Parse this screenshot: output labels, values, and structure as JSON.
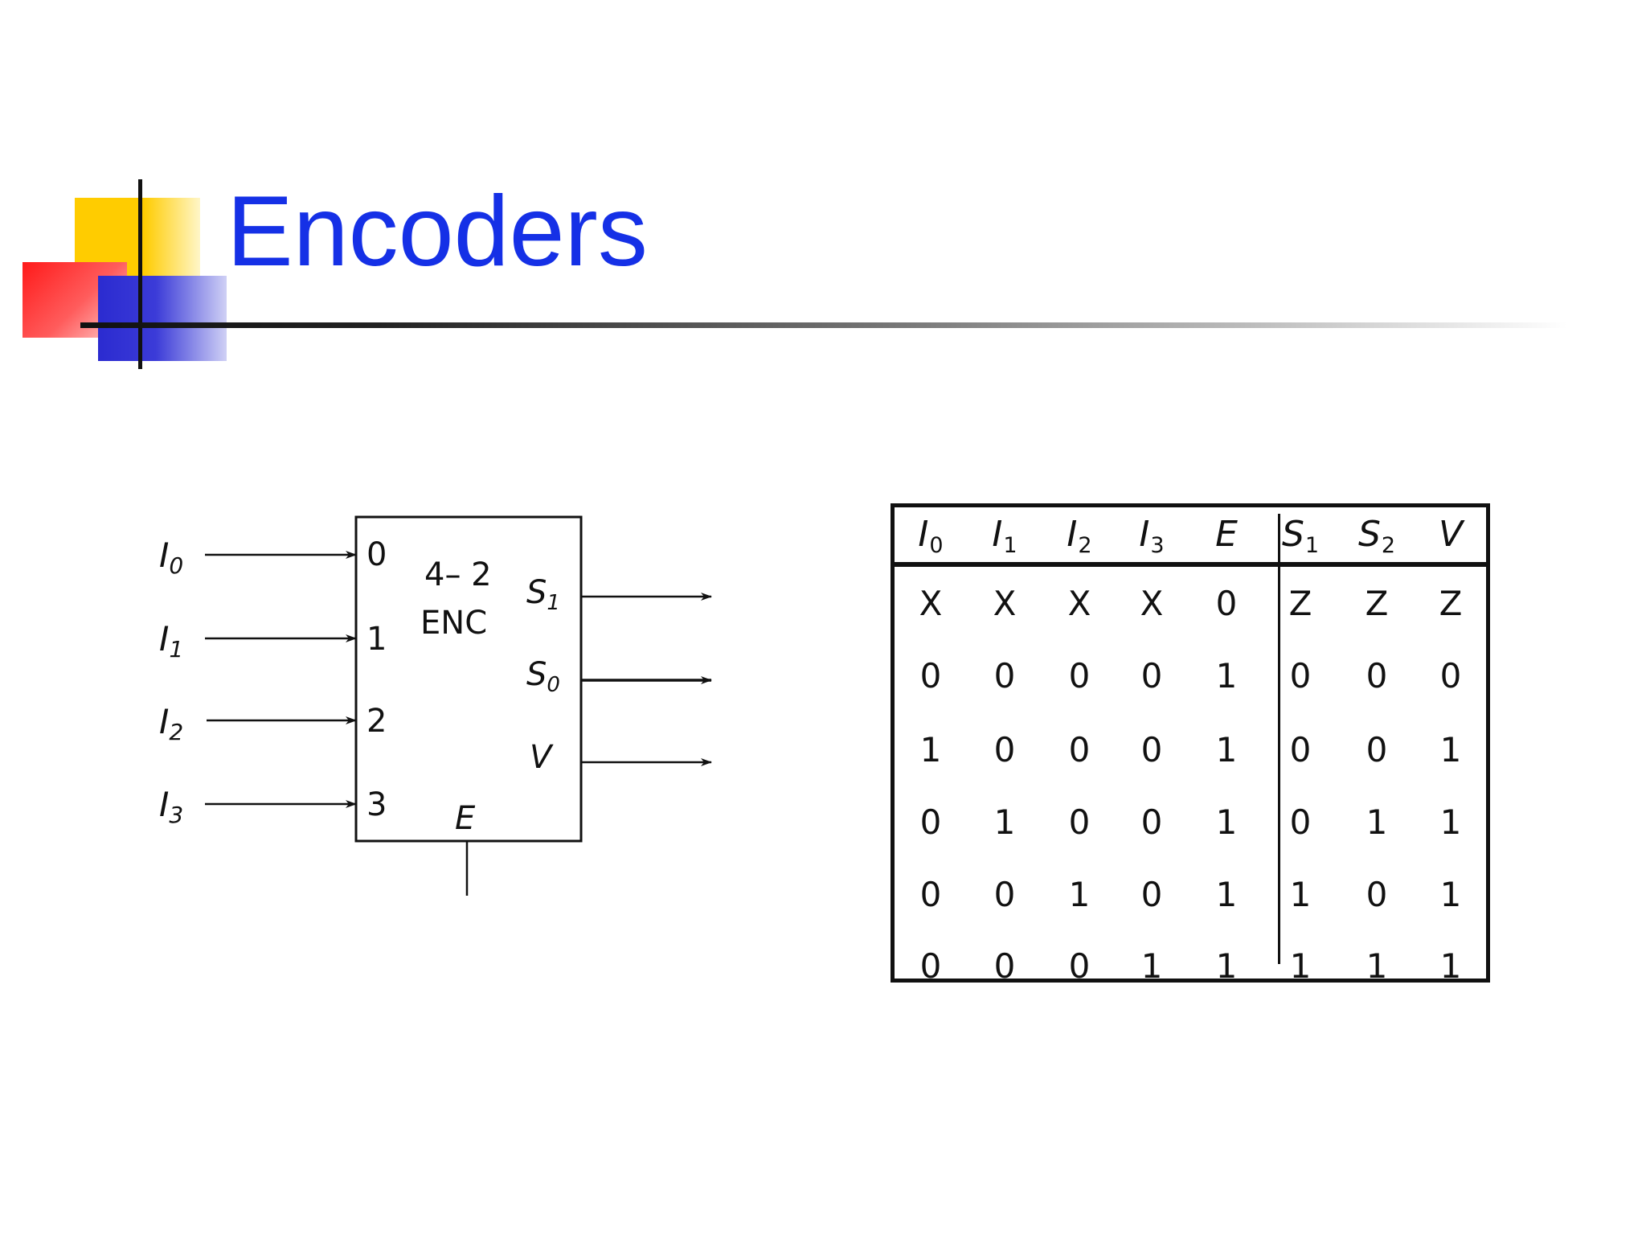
{
  "slide": {
    "title": "Encoders",
    "accent_colors": {
      "title": "#1530e6",
      "yellow": "#ffcc00",
      "red": "#ff1a1a",
      "blue": "#2b2bd0"
    }
  },
  "encoder_block": {
    "name_line1": "4– 2",
    "name_line2": "ENC",
    "input_labels": [
      {
        "letter": "I",
        "sub": "0"
      },
      {
        "letter": "I",
        "sub": "1"
      },
      {
        "letter": "I",
        "sub": "2"
      },
      {
        "letter": "I",
        "sub": "3"
      }
    ],
    "input_pins": [
      "0",
      "1",
      "2",
      "3"
    ],
    "output_labels": [
      {
        "letter": "S",
        "sub": "1"
      },
      {
        "letter": "S",
        "sub": "0"
      },
      {
        "letter": "V",
        "sub": ""
      }
    ],
    "enable_label": "E"
  },
  "truth_table": {
    "headers": [
      {
        "letter": "I",
        "sub": "0"
      },
      {
        "letter": "I",
        "sub": "1"
      },
      {
        "letter": "I",
        "sub": "2"
      },
      {
        "letter": "I",
        "sub": "3"
      },
      {
        "letter": "E",
        "sub": ""
      },
      {
        "letter": "S",
        "sub": "1"
      },
      {
        "letter": "S",
        "sub": "2"
      },
      {
        "letter": "V",
        "sub": ""
      }
    ],
    "rows": [
      [
        "X",
        "X",
        "X",
        "X",
        "0",
        "Z",
        "Z",
        "Z"
      ],
      [
        "0",
        "0",
        "0",
        "0",
        "1",
        "0",
        "0",
        "0"
      ],
      [
        "1",
        "0",
        "0",
        "0",
        "1",
        "0",
        "0",
        "1"
      ],
      [
        "0",
        "1",
        "0",
        "0",
        "1",
        "0",
        "1",
        "1"
      ],
      [
        "0",
        "0",
        "1",
        "0",
        "1",
        "1",
        "0",
        "1"
      ],
      [
        "0",
        "0",
        "0",
        "1",
        "1",
        "1",
        "1",
        "1"
      ]
    ]
  }
}
